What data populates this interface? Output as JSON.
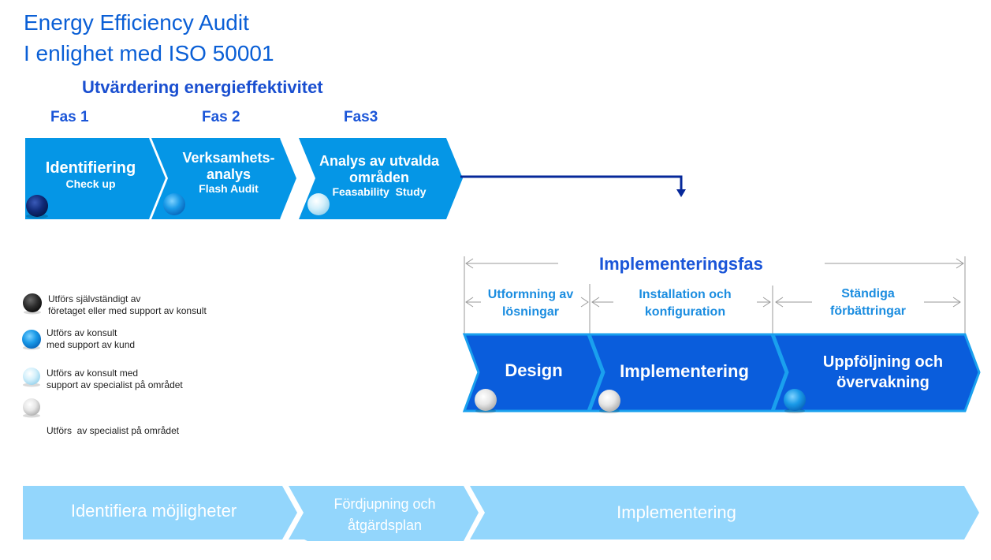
{
  "header": {
    "title_line1": "Energy Efficiency Audit",
    "title_line2": "I enlighet med ISO 50001",
    "section_title": "Utvärdering energieffektivitet"
  },
  "phases": [
    {
      "label": "Fas 1",
      "title": "Identifiering",
      "subtitle": "Check up",
      "ball": "dark-navy"
    },
    {
      "label": "Fas 2",
      "title_line1": "Verksamhets-",
      "title_line2": "analys",
      "subtitle": "Flash Audit",
      "ball": "blue"
    },
    {
      "label": "Fas3",
      "title_line1": "Analys av utvalda",
      "title_line2": "områden",
      "subtitle": "Feasability  Study",
      "ball": "light-blue"
    }
  ],
  "legend": [
    {
      "line1": "Utförs självständigt av",
      "line2": "företaget eller med support av konsult",
      "ball": "black"
    },
    {
      "line1": "Utförs av konsult",
      "line2": "med support av kund",
      "ball": "blue"
    },
    {
      "line1": "Utförs av konsult med",
      "line2": "support av specialist på området",
      "ball": "light-blue"
    },
    {
      "line1": "Utförs  av specialist på området",
      "line2": "",
      "ball": "white"
    }
  ],
  "implementation": {
    "heading": "Implementeringsfas",
    "sub_headings": [
      {
        "line1": "Utformning av",
        "line2": "lösningar"
      },
      {
        "line1": "Installation och",
        "line2": "konfiguration"
      },
      {
        "line1": "Ständiga",
        "line2": "förbättringar"
      }
    ],
    "steps": [
      {
        "line1": "Design",
        "line2": "",
        "ball": "white"
      },
      {
        "line1": "Implementering",
        "line2": "",
        "ball": "white"
      },
      {
        "line1": "Uppföljning och",
        "line2": "övervakning",
        "ball": "blue"
      }
    ]
  },
  "bottom_bar": [
    {
      "line1": "Identifiera möjligheter",
      "line2": ""
    },
    {
      "line1": "Fördjupning och",
      "line2": "åtgärdsplan"
    },
    {
      "line1": "Implementering",
      "line2": ""
    }
  ],
  "colors": {
    "title": "#0a5fd6",
    "phase_fill": "#0596e6",
    "impl_fill": "#0a5ddc",
    "impl_border": "#1aa0ee",
    "bottom_fill": "#93d6fc",
    "connector": "#06289a"
  }
}
